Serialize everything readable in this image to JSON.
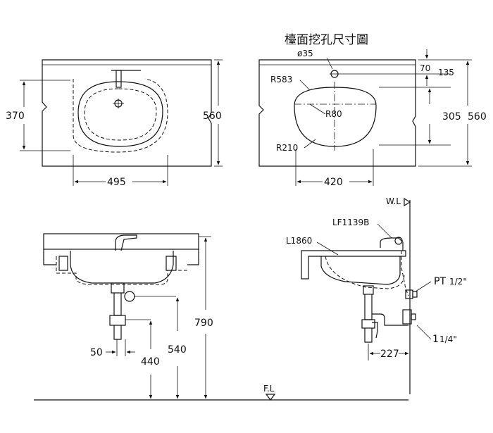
{
  "top_view": {
    "dim_height": "370",
    "dim_total": "560",
    "dim_width": "495"
  },
  "cutout_view": {
    "title": "檯面挖孔尺寸圖",
    "hole_diameter": "ø35",
    "r_top": "R583",
    "r_center": "R80",
    "r_bottom": "R210",
    "dim_70": "70",
    "dim_135": "135",
    "dim_305": "305",
    "dim_total": "560",
    "dim_width": "420"
  },
  "front_view": {
    "dim_50": "50",
    "dim_440": "440",
    "dim_540": "540",
    "dim_790": "790",
    "floor_label": "F.L"
  },
  "side_view": {
    "wall_label": "W.L",
    "faucet_model": "LF1139B",
    "basin_model": "L1860",
    "pt_label": "PT",
    "pt_fraction": "1/2\"",
    "pipe_whole": "1",
    "pipe_fraction": "1/4\"",
    "dim_227": "227"
  }
}
